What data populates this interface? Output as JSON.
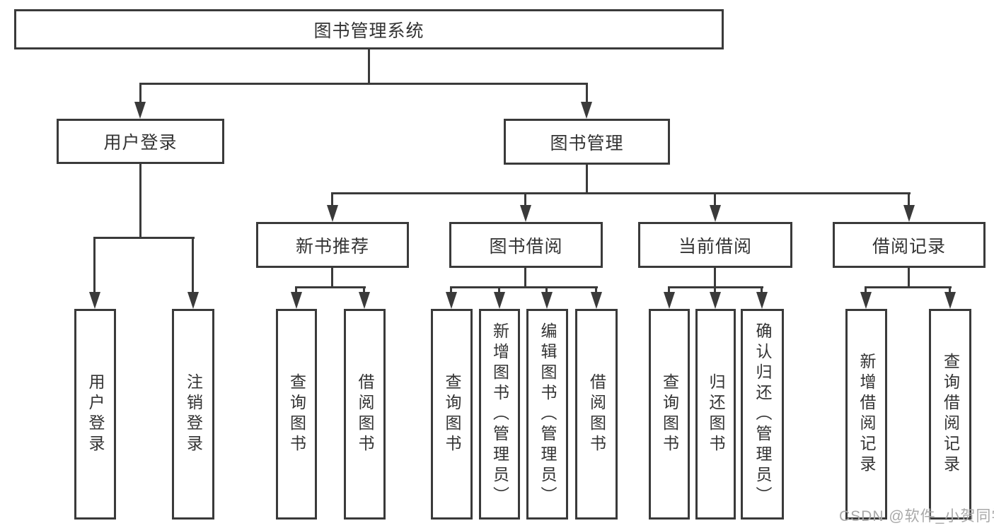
{
  "diagram": {
    "root": {
      "label": "图书管理系统"
    },
    "user_login": {
      "label": "用户登录",
      "children": [
        {
          "label": "用户登录"
        },
        {
          "label": "注销登录"
        }
      ]
    },
    "book_mgmt": {
      "label": "图书管理",
      "sections": [
        {
          "label": "新书推荐",
          "children": [
            {
              "label": "查询图书"
            },
            {
              "label": "借阅图书"
            }
          ]
        },
        {
          "label": "图书借阅",
          "children": [
            {
              "label": "查询图书"
            },
            {
              "label": "新增图书（管理员）"
            },
            {
              "label": "编辑图书（管理员）"
            },
            {
              "label": "借阅图书"
            }
          ]
        },
        {
          "label": "当前借阅",
          "children": [
            {
              "label": "查询图书"
            },
            {
              "label": "归还图书"
            },
            {
              "label": "确认归还（管理员）"
            }
          ]
        },
        {
          "label": "借阅记录",
          "children": [
            {
              "label": "新增借阅记录"
            },
            {
              "label": "查询借阅记录"
            }
          ]
        }
      ]
    }
  },
  "watermark": {
    "text": "CSDN @软件_小贺同学"
  },
  "colors": {
    "line": "#3a3a3a",
    "text": "#333333",
    "watermark": "#a8a8a8",
    "bg": "#ffffff"
  }
}
